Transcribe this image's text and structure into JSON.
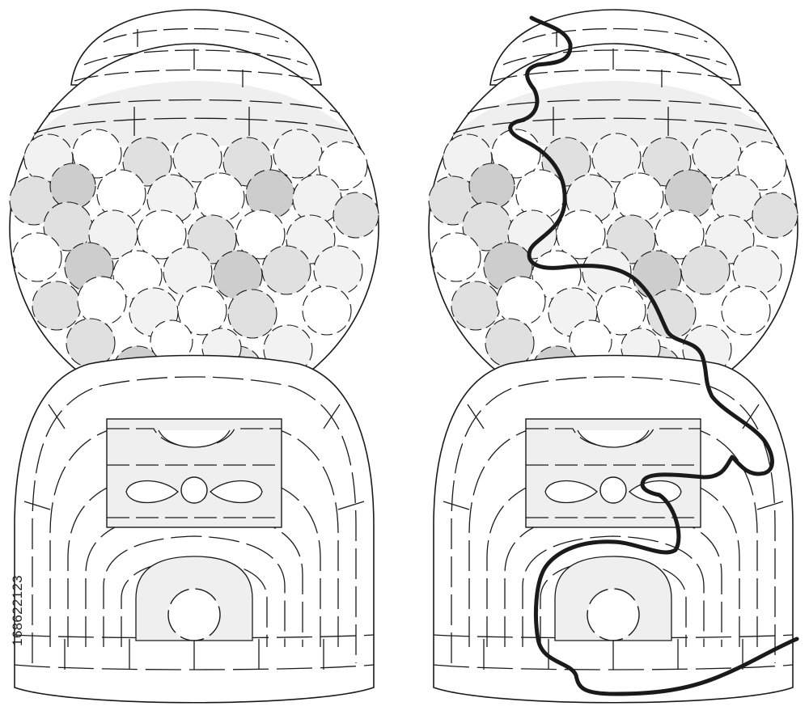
{
  "stock_id": "168622123",
  "colors": {
    "wall": "#1a1a1a",
    "panel_fill": "#efefef",
    "gum_light": "#f2f2f2",
    "gum_mid": "#e0e0e0",
    "gum_dark": "#cdcdcd",
    "solution_path": "#1a1a1a"
  },
  "mazes": [
    {
      "id": "puzzle",
      "show_solution": false
    },
    {
      "id": "solution",
      "show_solution": true
    }
  ]
}
